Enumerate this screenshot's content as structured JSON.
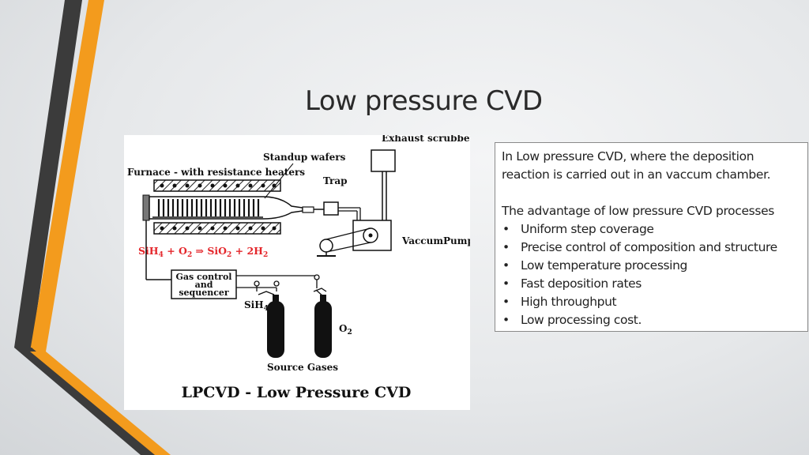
{
  "slide": {
    "title": "Low pressure CVD"
  },
  "colors": {
    "accent_orange": "#f39b1d",
    "accent_dark": "#3b3b3b",
    "equation_red": "#e4262b"
  },
  "diagram": {
    "labels": {
      "exhaust_scrubber": "Exhaust scrubber",
      "standup_wafers": "Standup wafers",
      "furnace": "Furnace - with resistance heaters",
      "trap": "Trap",
      "vacuum_pump": "VaccumPump",
      "gas_control_1": "Gas control",
      "gas_control_2": "and",
      "gas_control_3": "sequencer",
      "sih4": "SiH",
      "sih4_sub": "4",
      "o2": "O",
      "o2_sub": "2",
      "source_gases": "Source Gases",
      "caption": "LPCVD - Low Pressure CVD"
    },
    "equation": {
      "a": "SiH",
      "a_sub": "4",
      "plus1": " + O",
      "b_sub": "2",
      "arrow": " ⇒ SiO",
      "c_sub": "2",
      "plus2": " + 2H",
      "d_sub": "2"
    }
  },
  "textbox": {
    "intro": "In Low pressure CVD, where the deposition reaction is carried out in an vaccum chamber.",
    "advantages_heading": "The advantage of low pressure CVD processes",
    "bullet_symbol": "•",
    "advantages": [
      "Uniform step coverage",
      "Precise control of composition and structure",
      "Low temperature processing",
      "Fast deposition rates",
      "High throughput",
      "Low processing cost."
    ]
  }
}
